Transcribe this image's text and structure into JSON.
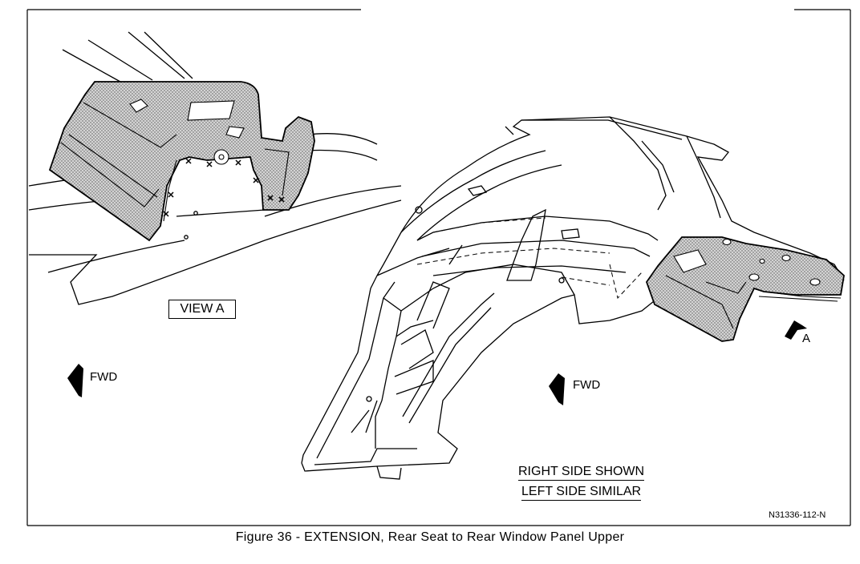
{
  "figure": {
    "caption": "Figure 36 - EXTENSION, Rear Seat to Rear Window Panel Upper",
    "drawing_number": "N31336-112-N"
  },
  "view_a": {
    "label": "VIEW A",
    "fwd_label": "FWD"
  },
  "main_view": {
    "fwd_label": "FWD",
    "view_arrow_label": "A",
    "note_line1": "RIGHT SIDE SHOWN",
    "note_line2": "LEFT SIDE SIMILAR"
  },
  "colors": {
    "ink": "#000000",
    "paper": "#ffffff",
    "shaded_panel": "#bdbdbd"
  }
}
